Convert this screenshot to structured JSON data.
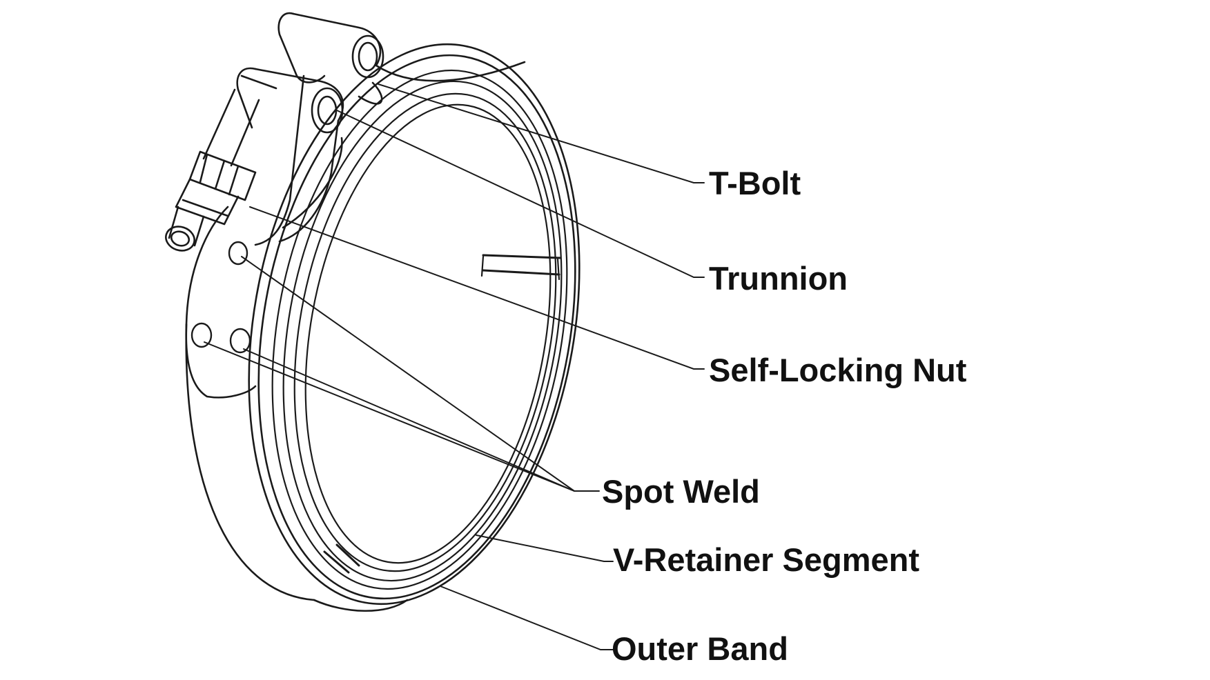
{
  "diagram": {
    "labels": {
      "t_bolt": "T-Bolt",
      "trunnion": "Trunnion",
      "self_locking_nut": "Self-Locking Nut",
      "spot_weld": "Spot Weld",
      "v_retainer_segment": "V-Retainer Segment",
      "outer_band": "Outer Band"
    },
    "colors": {
      "line": "#1a1a1a",
      "text": "#111111",
      "background": "#ffffff"
    }
  }
}
